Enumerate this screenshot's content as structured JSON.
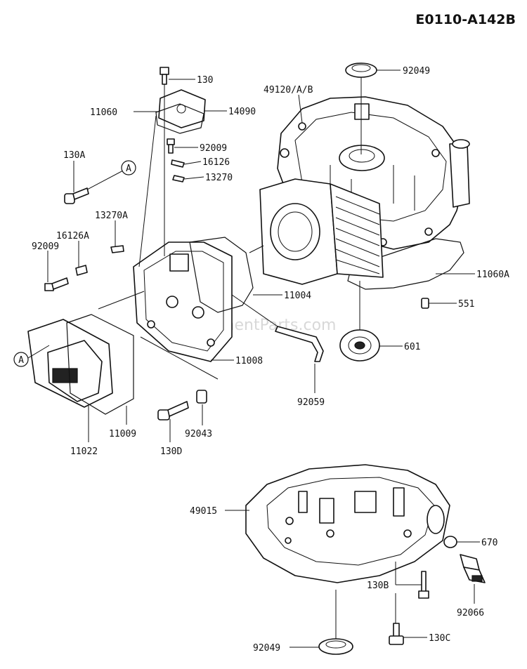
{
  "diagram_code": "E0110-A142B",
  "watermark": "eReplacementParts.com",
  "callouts": {
    "a_top": "A",
    "a_left": "A"
  },
  "labels": {
    "p130": "130",
    "p11060": "11060",
    "p14090": "14090",
    "p92009_top": "92009",
    "p16126": "16126",
    "p13270": "13270",
    "p130A": "130A",
    "p13270A": "13270A",
    "p16126A": "16126A",
    "p92009_left": "92009",
    "p49120": "49120/A/B",
    "p92049_top": "92049",
    "p11060A": "11060A",
    "p551": "551",
    "p11004": "11004",
    "p601": "601",
    "p11008": "11008",
    "p92059": "92059",
    "p11009": "11009",
    "p11022": "11022",
    "p92043": "92043",
    "p130D": "130D",
    "p49015": "49015",
    "p670": "670",
    "p130B": "130B",
    "p92066": "92066",
    "p130C": "130C",
    "p92049_bottom": "92049"
  }
}
